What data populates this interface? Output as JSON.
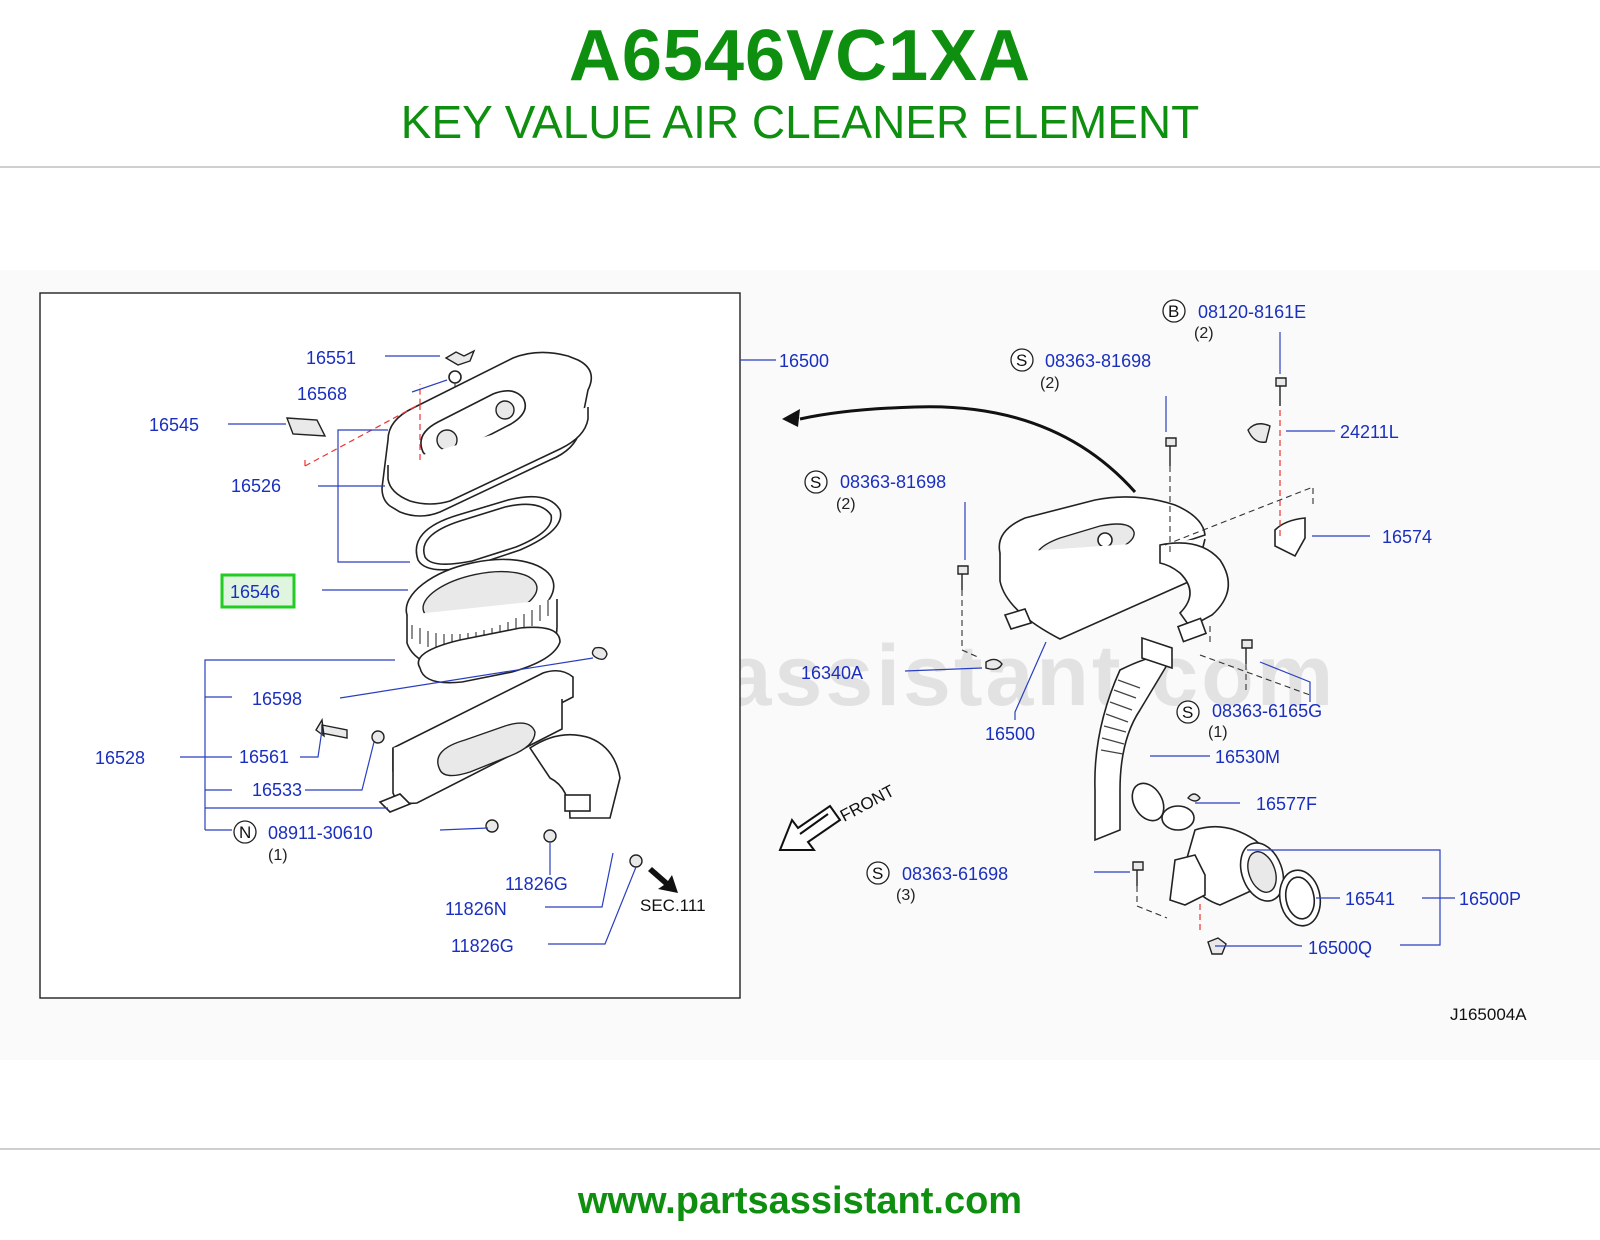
{
  "header": {
    "title": "A6546VC1XA",
    "subtitle": "KEY VALUE AIR CLEANER ELEMENT"
  },
  "footer": {
    "url": "www.partsassistant.com"
  },
  "watermark": "www.partsassistant.com",
  "colors": {
    "brand": "#0f8f0f",
    "labels": "#1a2fbf",
    "highlight": "#22cc22"
  },
  "diagram": {
    "code": "J165004A",
    "sec_ref": "SEC.111",
    "front_label": "FRONT",
    "highlighted_part": "16546",
    "left_parts": {
      "p16551": "16551",
      "p16568": "16568",
      "p16545": "16545",
      "p16526": "16526",
      "p16546": "16546",
      "p16598": "16598",
      "p16528": "16528",
      "p16561": "16561",
      "p16533": "16533",
      "p08911": "08911-30610",
      "p08911_badge": "N",
      "p08911_qty": "(1)",
      "p11826g_a": "11826G",
      "p11826n": "11826N",
      "p11826g_b": "11826G",
      "p16500_top": "16500"
    },
    "right_parts": {
      "p08120": "08120-8161E",
      "p08120_badge": "B",
      "p08120_qty": "(2)",
      "p08363a": "08363-81698",
      "p08363a_badge": "S",
      "p08363a_qty": "(2)",
      "p24211l": "24211L",
      "p08363b": "08363-81698",
      "p08363b_badge": "S",
      "p08363b_qty": "(2)",
      "p16574": "16574",
      "p16340a": "16340A",
      "p16500_mid": "16500",
      "p08363c": "08363-6165G",
      "p08363c_badge": "S",
      "p08363c_qty": "(1)",
      "p16530m": "16530M",
      "p16577f": "16577F",
      "p08363d": "08363-61698",
      "p08363d_badge": "S",
      "p08363d_qty": "(3)",
      "p16541": "16541",
      "p16500p": "16500P",
      "p16500q": "16500Q"
    }
  }
}
